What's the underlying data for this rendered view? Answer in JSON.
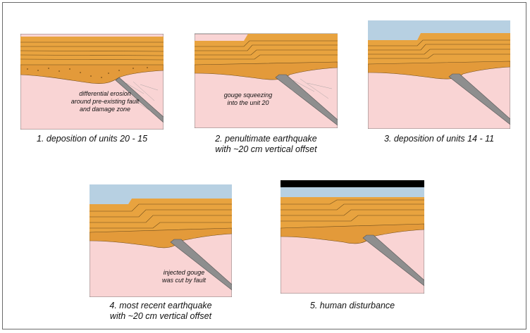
{
  "colors": {
    "basement": "#f9d4d4",
    "orange_units": "#e8a33f",
    "dotted_unit": "#e39a3a",
    "blue_units": "#b7d0e2",
    "fault": "#8e8e8e",
    "disturbance": "#000000"
  },
  "panels": [
    {
      "caption": [
        "1. deposition of units 20 - 15"
      ],
      "note": [
        "differential erosion",
        "around pre-existing fault",
        "and damage zone"
      ]
    },
    {
      "caption": [
        "2. penultimate earthquake",
        "with ~20 cm vertical offset"
      ],
      "note": [
        "gouge squeezing",
        "into the unit 20"
      ]
    },
    {
      "caption": [
        "3. deposition of units 14 - 11"
      ],
      "note": []
    },
    {
      "caption": [
        "4. most recent earthquake",
        "with ~20 cm vertical offset"
      ],
      "note": [
        "injected gouge",
        "was cut by fault"
      ]
    },
    {
      "caption": [
        "5. human disturbance"
      ],
      "note": []
    }
  ]
}
